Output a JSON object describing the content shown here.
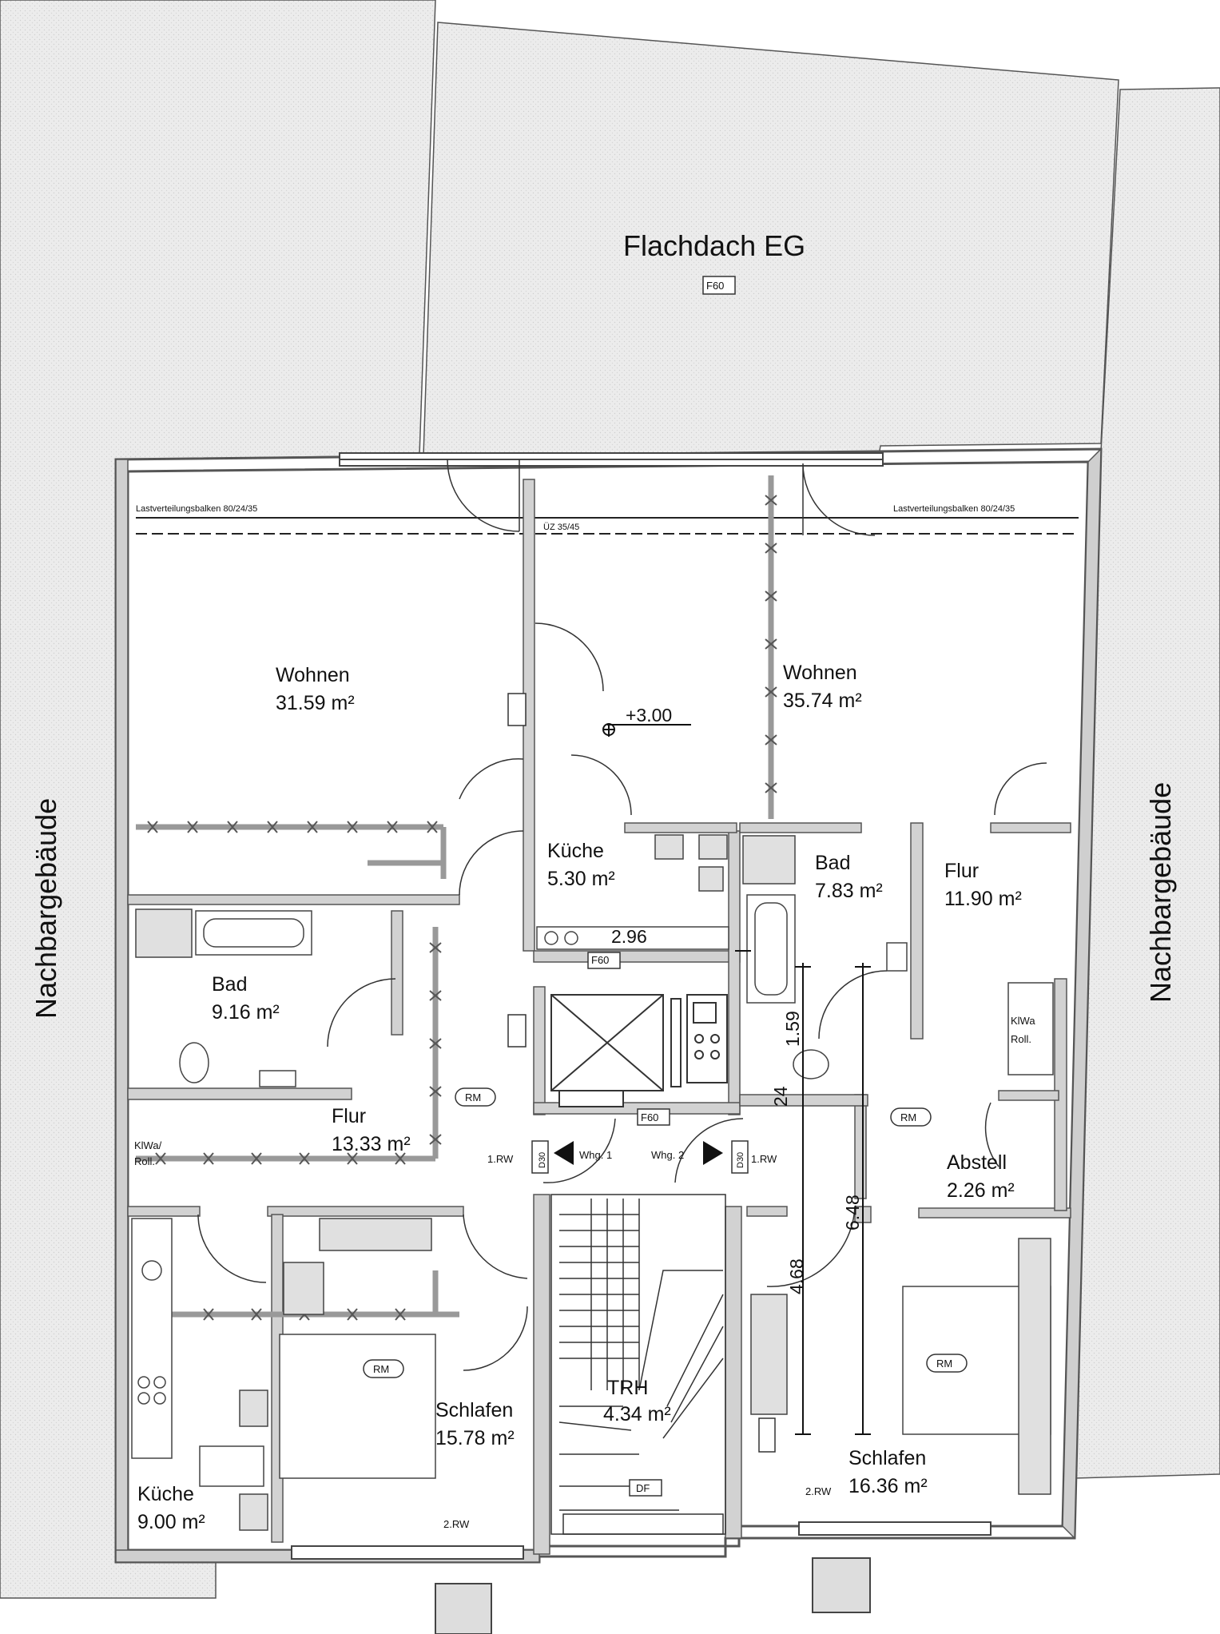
{
  "labels": {
    "flachdach": "Flachdach EG",
    "f60": "F60",
    "nachbar_left": "Nachbargebäude",
    "nachbar_right": "Nachbargebäude",
    "beam_left": "Lastverteilungsbalken 80/24/35",
    "beam_right": "Lastverteilungsbalken 80/24/35",
    "uz": "ÜZ 35/45",
    "level": "+3.00",
    "whg1": "Whg. 1",
    "whg2": "Whg. 2",
    "rw1_left": "1.RW",
    "rw1_right": "1.RW",
    "d30_left": "D30",
    "d30_right": "D30",
    "rw2_left": "2.RW",
    "rw2_right": "2.RW",
    "df": "DF",
    "rm": "RM",
    "klwa": "KlWa/",
    "roll": "Roll.",
    "klwa_right": "KlWa",
    "roll_right": "Roll."
  },
  "rooms": {
    "wohnen_left": {
      "name": "Wohnen",
      "area": "31.59 m²"
    },
    "wohnen_right": {
      "name": "Wohnen",
      "area": "35.74 m²"
    },
    "kueche_center": {
      "name": "Küche",
      "area": "5.30 m²"
    },
    "bad_left": {
      "name": "Bad",
      "area": "9.16 m²"
    },
    "bad_right": {
      "name": "Bad",
      "area": "7.83 m²"
    },
    "flur_left": {
      "name": "Flur",
      "area": "13.33 m²"
    },
    "flur_right": {
      "name": "Flur",
      "area": "11.90 m²"
    },
    "abstell": {
      "name": "Abstell",
      "area": "2.26 m²"
    },
    "kueche_left": {
      "name": "Küche",
      "area": "9.00 m²"
    },
    "schlafen_left": {
      "name": "Schlafen",
      "area": "15.78 m²"
    },
    "schlafen_right": {
      "name": "Schlafen",
      "area": "16.36 m²"
    },
    "trh": {
      "name": "TRH",
      "area": "4.34 m²"
    }
  },
  "dimensions": {
    "d_296": "2.96",
    "d_159": "1.59",
    "d_24": "24",
    "d_648": "6.48",
    "d_468": "4.68"
  }
}
